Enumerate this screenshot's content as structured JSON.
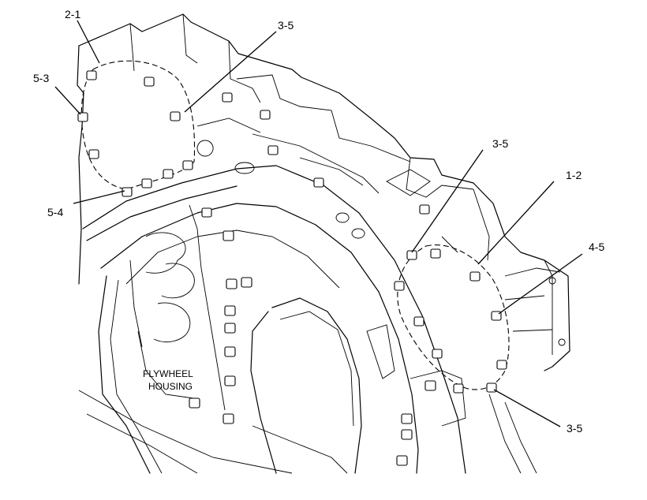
{
  "callouts": {
    "c21": "2-1",
    "c53": "5-3",
    "c35_top": "3-5",
    "c54": "5-4",
    "c35_mid": "3-5",
    "c12": "1-2",
    "c45": "4-5",
    "c35_bottom": "3-5"
  },
  "housing_label": {
    "line1": "FLYWHEEL",
    "line2": "HOUSING"
  }
}
